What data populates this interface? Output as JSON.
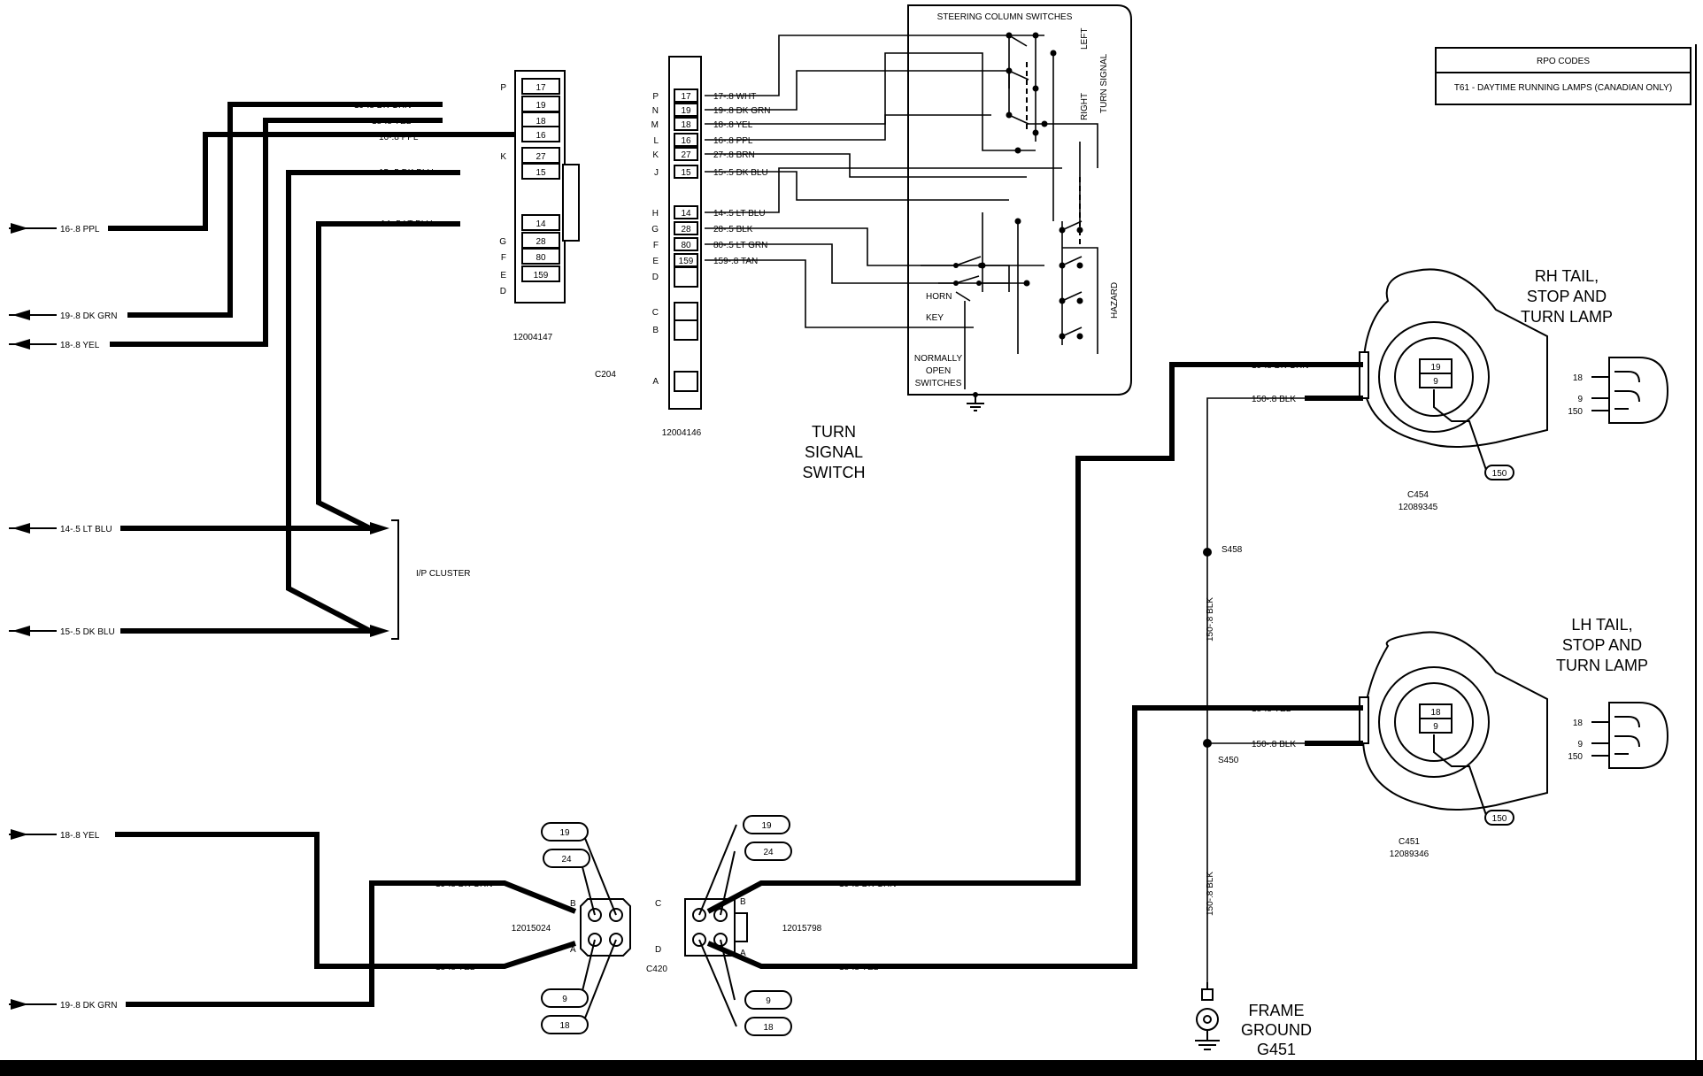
{
  "rpo": {
    "title": "RPO CODES",
    "entry": "T61 - DAYTIME RUNNING LAMPS (CANADIAN ONLY)"
  },
  "connectors": {
    "c204_left": {
      "part": "12004147",
      "pins": [
        {
          "letter": "P",
          "circuit": "17"
        },
        {
          "letter": "",
          "circuit": "19"
        },
        {
          "letter": "",
          "circuit": "18"
        },
        {
          "letter": "",
          "circuit": "16"
        },
        {
          "letter": "K",
          "circuit": "27"
        },
        {
          "letter": "",
          "circuit": "15"
        },
        {
          "letter": "",
          "circuit": "14"
        },
        {
          "letter": "G",
          "circuit": "28"
        },
        {
          "letter": "F",
          "circuit": "80"
        },
        {
          "letter": "E",
          "circuit": "159"
        },
        {
          "letter": "D",
          "circuit": ""
        }
      ],
      "wires": [
        "19-.8 DK GRN",
        "18-.8 YEL",
        "16-.8 PPL",
        "15-.5 DK BLU",
        "14-.5 LT BLU"
      ]
    },
    "c204_label": "C204",
    "c204_right": {
      "part": "12004146",
      "pins": [
        {
          "letter": "P",
          "circuit": "17",
          "wire": "17-.8 WHT"
        },
        {
          "letter": "N",
          "circuit": "19",
          "wire": "19-.8 DK GRN"
        },
        {
          "letter": "M",
          "circuit": "18",
          "wire": "18-.8 YEL"
        },
        {
          "letter": "L",
          "circuit": "16",
          "wire": "16-.8 PPL"
        },
        {
          "letter": "K",
          "circuit": "27",
          "wire": "27-.8 BRN"
        },
        {
          "letter": "J",
          "circuit": "15",
          "wire": "15-.5 DK BLU"
        },
        {
          "letter": "H",
          "circuit": "14",
          "wire": "14-.5 LT BLU"
        },
        {
          "letter": "G",
          "circuit": "28",
          "wire": "28-.5 BLK"
        },
        {
          "letter": "F",
          "circuit": "80",
          "wire": "80-.5 LT GRN"
        },
        {
          "letter": "E",
          "circuit": "159",
          "wire": "159-.8 TAN"
        },
        {
          "letter": "D",
          "circuit": "",
          "wire": ""
        },
        {
          "letter": "C",
          "circuit": "",
          "wire": ""
        },
        {
          "letter": "B",
          "circuit": "",
          "wire": ""
        },
        {
          "letter": "A",
          "circuit": "",
          "wire": ""
        }
      ]
    },
    "c454": {
      "name": "C454",
      "part": "12089345"
    },
    "c451": {
      "name": "C451",
      "part": "12089346"
    },
    "c420": {
      "name": "C420",
      "left_part": "12015024",
      "right_part": "12015798",
      "letters": {
        "b": "B",
        "a": "A",
        "c": "C",
        "d": "D",
        "rb": "B",
        "ra": "A"
      },
      "bubbles": [
        "19",
        "24",
        "9",
        "18"
      ]
    }
  },
  "left_wires": {
    "ppl": "16-.8 PPL",
    "dkgrn": "19-.8 DK GRN",
    "yel": "18-.8 YEL",
    "ltblu": "14-.5 LT BLU",
    "dkblu": "15-.5 DK BLU",
    "yel_bottom": "18-.8 YEL",
    "dkgrn_bottom": "19-.8 DK GRN"
  },
  "ip_cluster": "I/P CLUSTER",
  "switch": {
    "title": "STEERING COLUMN SWITCHES",
    "name": [
      "TURN",
      "SIGNAL",
      "SWITCH"
    ],
    "left": "LEFT",
    "right": "RIGHT",
    "turn_signal": "TURN SIGNAL",
    "hazard": "HAZARD",
    "horn": "HORN",
    "key": "KEY",
    "normally_open": [
      "NORMALLY",
      "OPEN",
      "SWITCHES"
    ]
  },
  "rh_lamp": {
    "title": [
      "RH TAIL,",
      "STOP AND",
      "TURN LAMP"
    ],
    "pins": [
      "19",
      "9"
    ],
    "bulb_pins": [
      "18",
      "9",
      "150"
    ],
    "ground_ref": "150",
    "wires": [
      "19-.8 DK GRN",
      "150-.8 BLK"
    ]
  },
  "lh_lamp": {
    "title": [
      "LH TAIL,",
      "STOP AND",
      "TURN LAMP"
    ],
    "pins": [
      "18",
      "9"
    ],
    "bulb_pins": [
      "18",
      "9",
      "150"
    ],
    "ground_ref": "150",
    "wires": [
      "18-.8 YEL",
      "150-.8 BLK"
    ]
  },
  "splices": [
    "S458",
    "S450"
  ],
  "ground_wires": [
    "150-.8 BLK",
    "150-.8 BLK"
  ],
  "frame_ground": [
    "FRAME",
    "GROUND",
    "G451"
  ],
  "bottom_wires": {
    "left_dkgrn": "19-.8 DK GRN",
    "left_yel": "18-.8 YEL",
    "right_dkgrn": "19-.8 DK GRN",
    "right_yel": "18-.8 YEL"
  }
}
